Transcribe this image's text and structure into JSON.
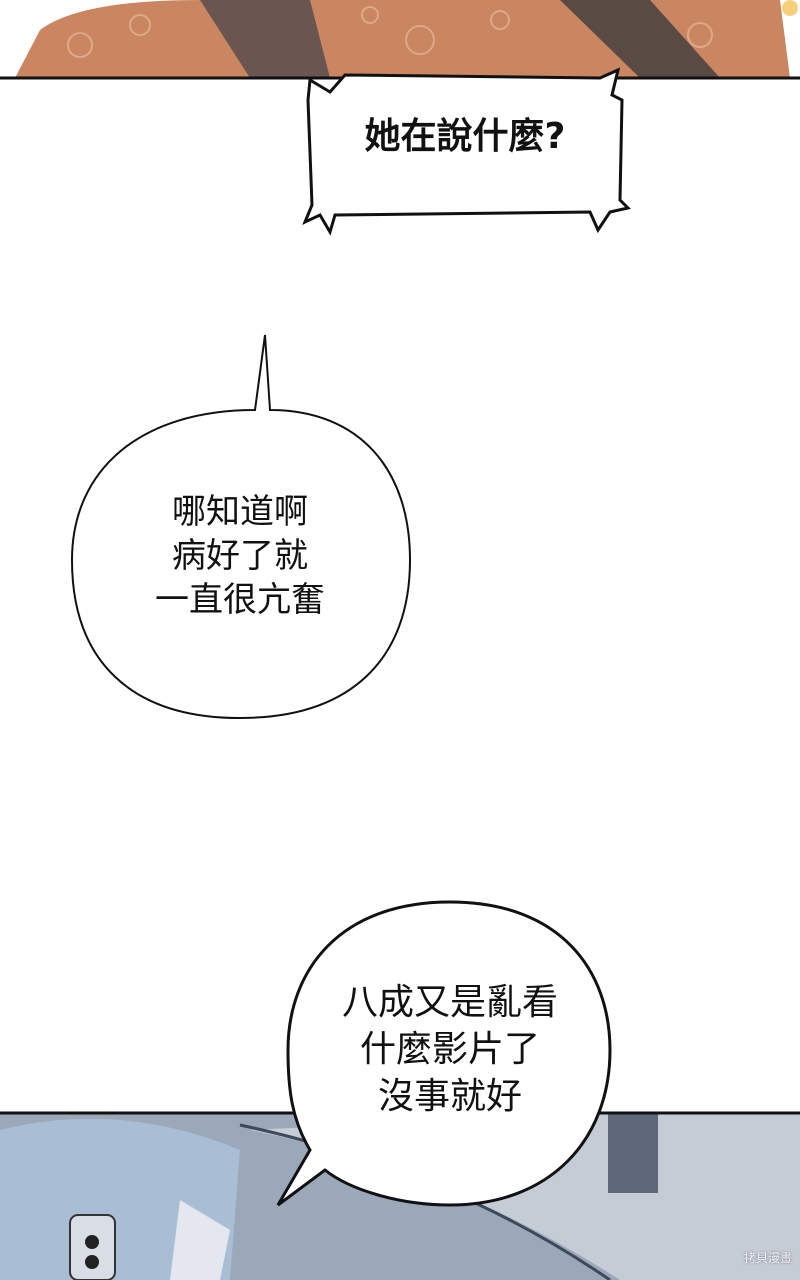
{
  "panels": {
    "top": {
      "description_colors": {
        "main": "#c98660",
        "pattern": "#e8b49a",
        "dark": "#5a4a44"
      }
    },
    "bottom": {
      "description_colors": {
        "main": "#8e9fb3",
        "light": "#c7d0dc",
        "dark": "#4e5c70"
      }
    }
  },
  "bubbles": [
    {
      "lines": [
        "她在說什麼?"
      ]
    },
    {
      "lines": [
        "哪知道啊",
        "病好了就",
        "一直很亢奮"
      ]
    },
    {
      "lines": [
        "八成又是亂看",
        "什麼影片了",
        "沒事就好"
      ]
    }
  ],
  "watermark": "拷貝漫畫"
}
